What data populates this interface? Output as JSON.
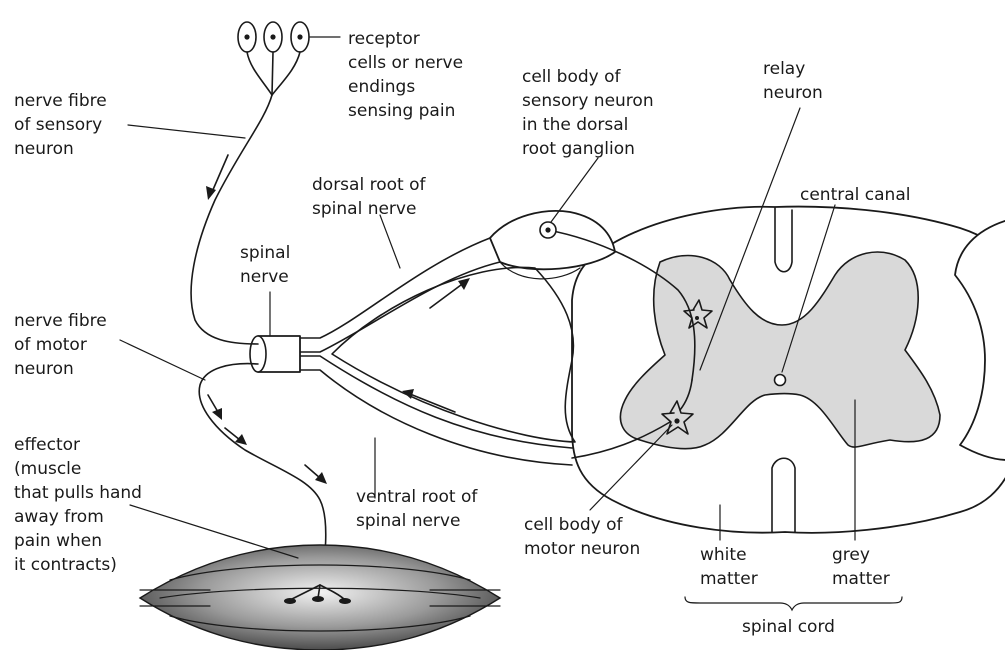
{
  "labels": {
    "receptor": [
      "receptor",
      "cells or nerve",
      "endings",
      "sensing pain"
    ],
    "sensory_fibre": [
      "nerve fibre",
      "of sensory",
      "neuron"
    ],
    "sensory_cell_body": [
      "cell body of",
      "sensory neuron",
      "in the dorsal",
      "root ganglion"
    ],
    "relay_neuron": [
      "relay",
      "neuron"
    ],
    "central_canal": [
      "central canal"
    ],
    "dorsal_root": [
      "dorsal root of",
      "spinal nerve"
    ],
    "spinal_nerve": [
      "spinal",
      "nerve"
    ],
    "motor_fibre": [
      "nerve fibre",
      "of motor",
      "neuron"
    ],
    "effector": [
      "effector",
      "(muscle",
      "that pulls hand",
      "away from",
      "pain when",
      "it contracts)"
    ],
    "ventral_root": [
      "ventral root of",
      "spinal nerve"
    ],
    "motor_cell_body": [
      "cell body of",
      "motor neuron"
    ],
    "white_matter": [
      "white",
      "matter"
    ],
    "grey_matter": [
      "grey",
      "matter"
    ],
    "spinal_cord": [
      "spinal cord"
    ]
  },
  "colors": {
    "ink": "#1a1a1a",
    "grey_matter_fill": "#d9d9d9",
    "background": "#ffffff"
  }
}
